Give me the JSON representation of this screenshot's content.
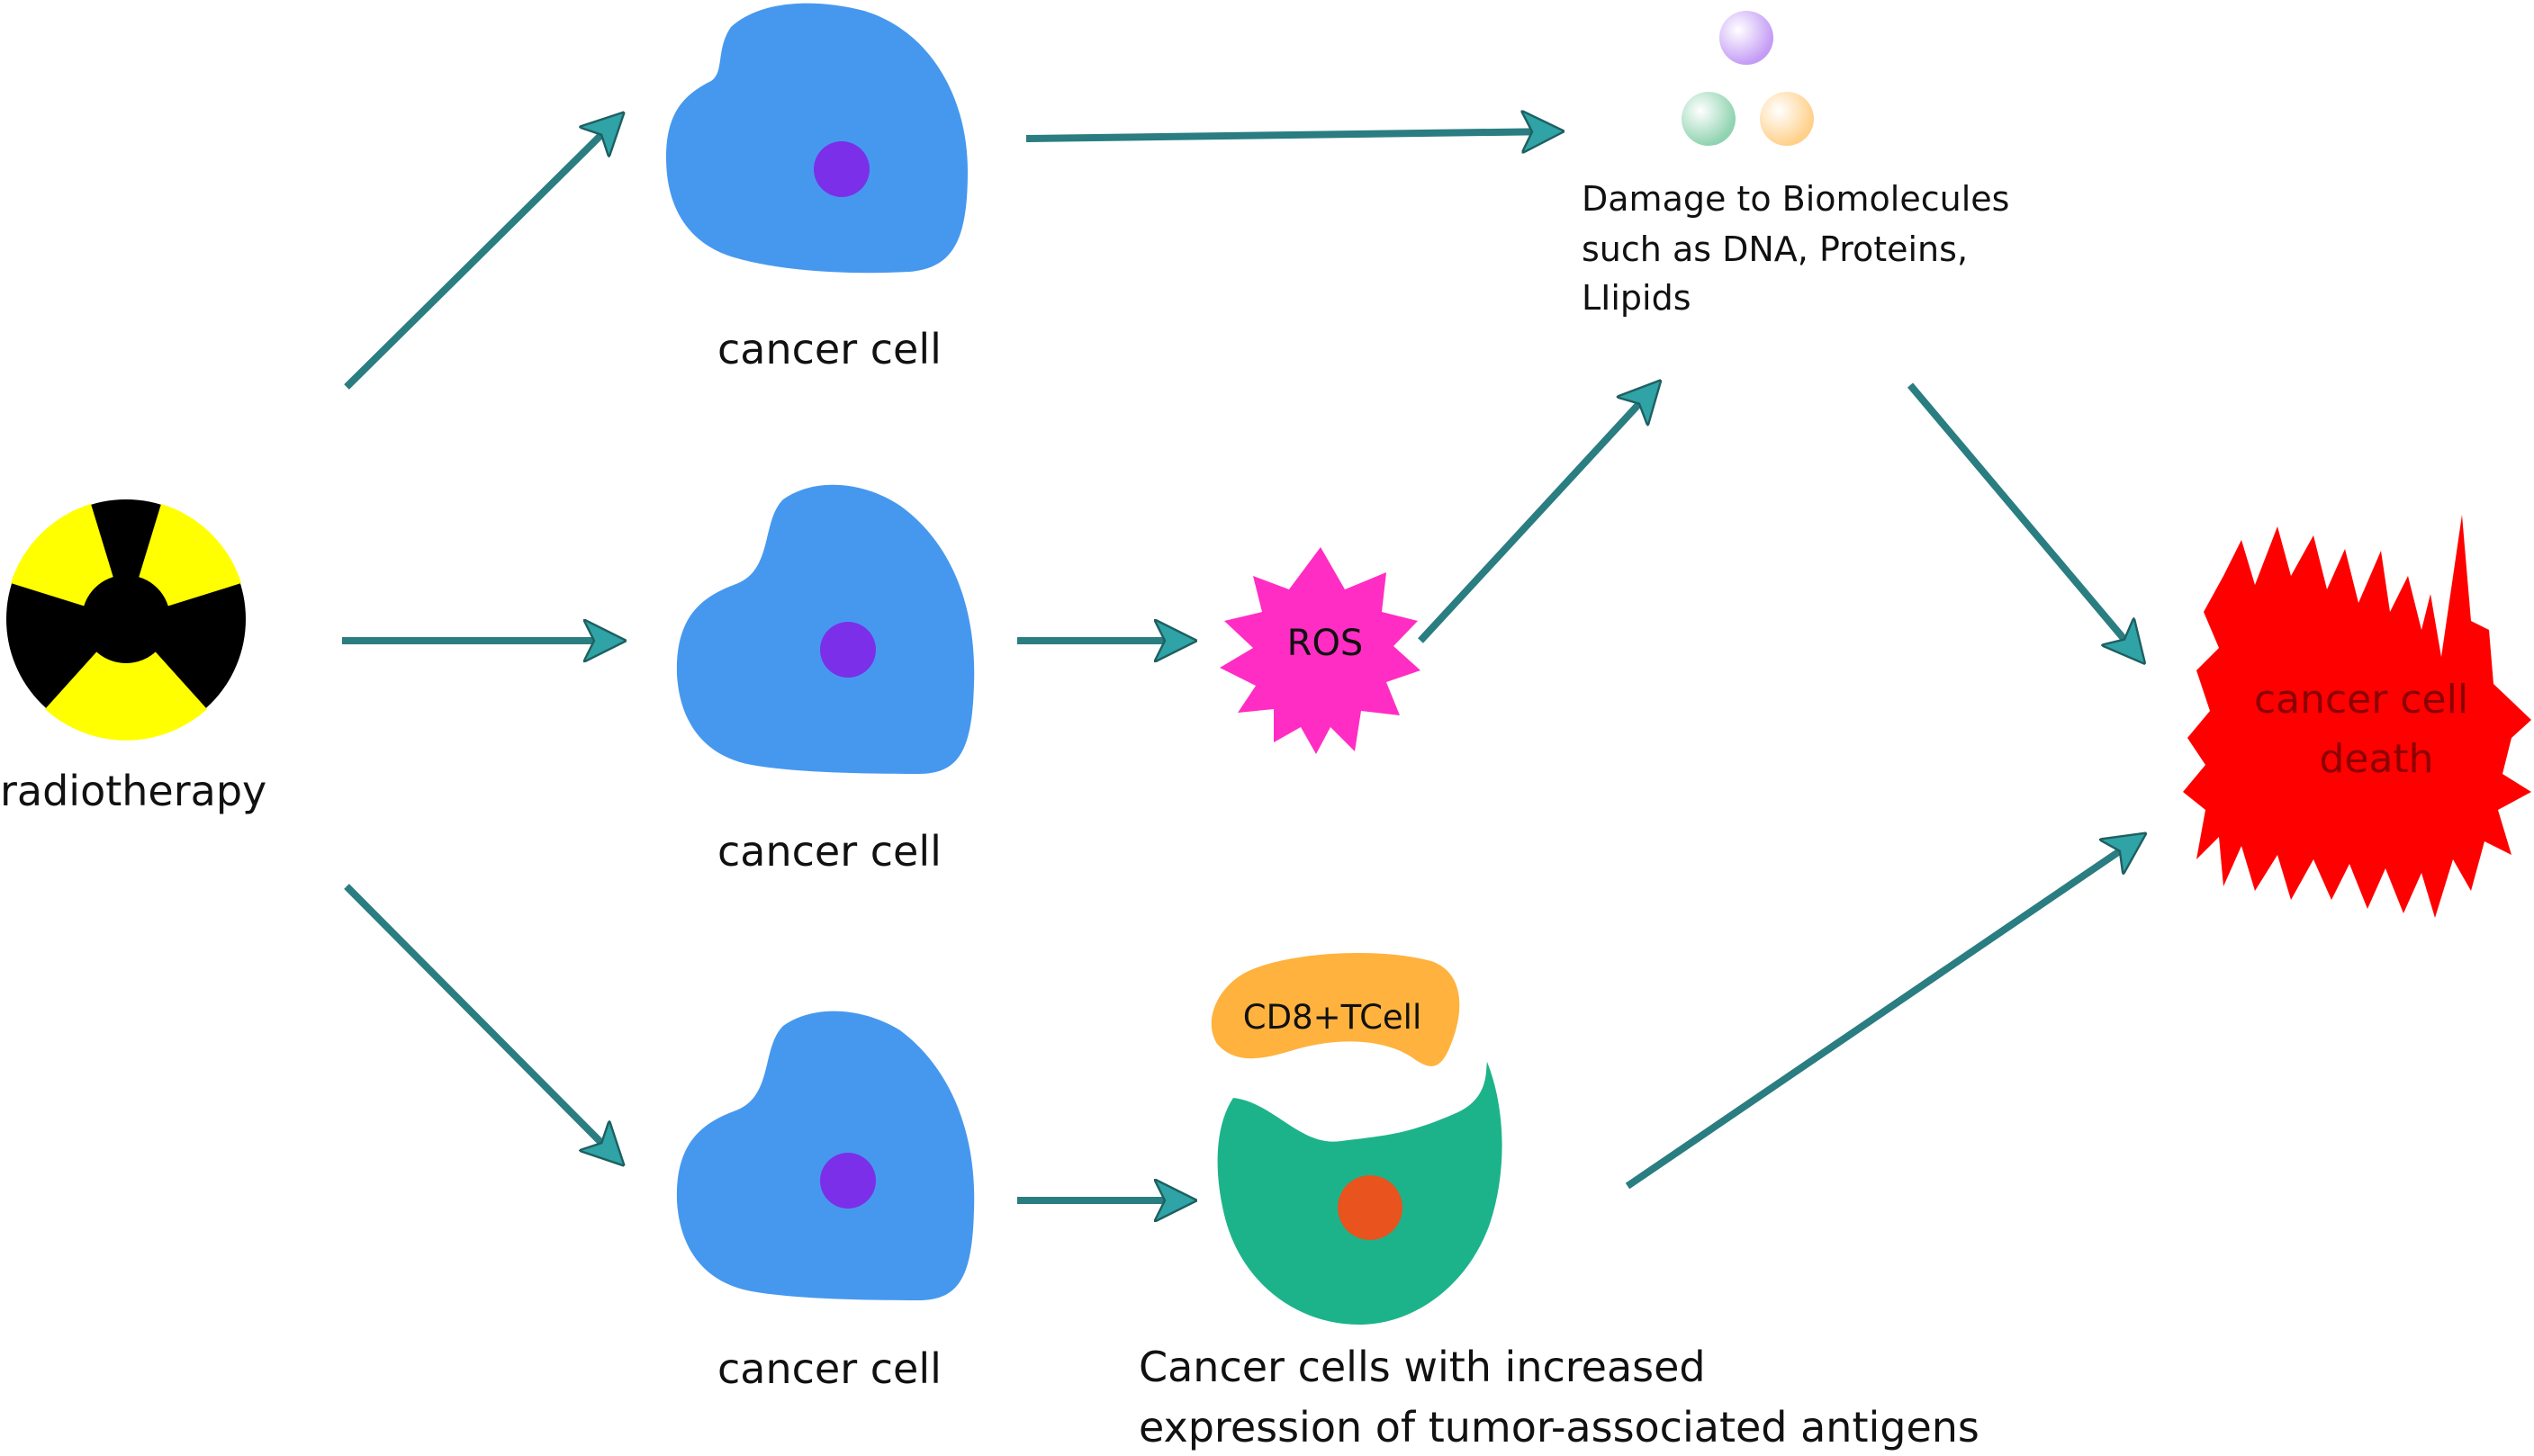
{
  "start": {
    "label": "radiotherapy"
  },
  "cells": [
    {
      "label": "cancer cell"
    },
    {
      "label": "cancer cell"
    },
    {
      "label": "cancer cell"
    }
  ],
  "biomolecules": {
    "label_lines": [
      "Damage to Biomolecules",
      "such as DNA, Proteins,",
      "LIipids"
    ]
  },
  "ros": {
    "label": "ROS"
  },
  "tcell": {
    "label": "CD8+TCell"
  },
  "antigen_cell": {
    "label_lines": [
      "Cancer cells with increased",
      "expression of tumor-associated antigens"
    ]
  },
  "death": {
    "label_lines": [
      "cancer cell",
      "death"
    ]
  },
  "colors": {
    "arrow": "#2a7d80",
    "arrow_head": "#2fa3a6",
    "cell_body": "#4698ef",
    "cell_nucleus": "#7b2fe8",
    "ros": "#ff2dc4",
    "tcell": "#ffb23e",
    "antigen_cell": "#1db38a",
    "antigen_nucleus": "#e8531e",
    "death": "#ff0000",
    "death_text": "#8b0000",
    "radiation_yellow": "#ffff00",
    "radiation_black": "#000000"
  }
}
